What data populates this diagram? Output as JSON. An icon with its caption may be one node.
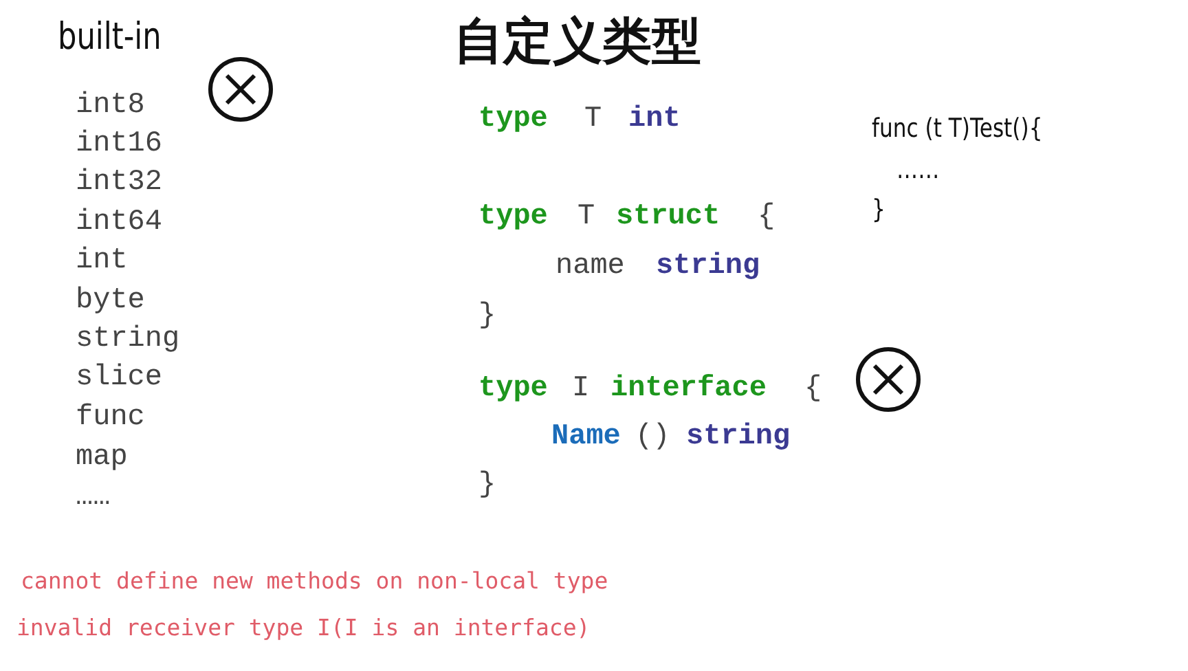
{
  "diagram": {
    "title": "自定义类型",
    "labels": [
      "built-in",
      "int8",
      "int16",
      "int32",
      "int64",
      "int",
      "byte",
      "string",
      "slice",
      "func",
      "map",
      "……",
      "type",
      "T",
      "int",
      "type",
      "T",
      "struct",
      "{",
      "name",
      "string",
      "}",
      "type",
      "I",
      "interface",
      "{",
      "Name",
      "()",
      "string",
      "}",
      "func (t T)Test(){",
      "……",
      "}",
      "cannot define new methods on non-local type",
      "invalid receiver type I(I is an interface)"
    ]
  }
}
